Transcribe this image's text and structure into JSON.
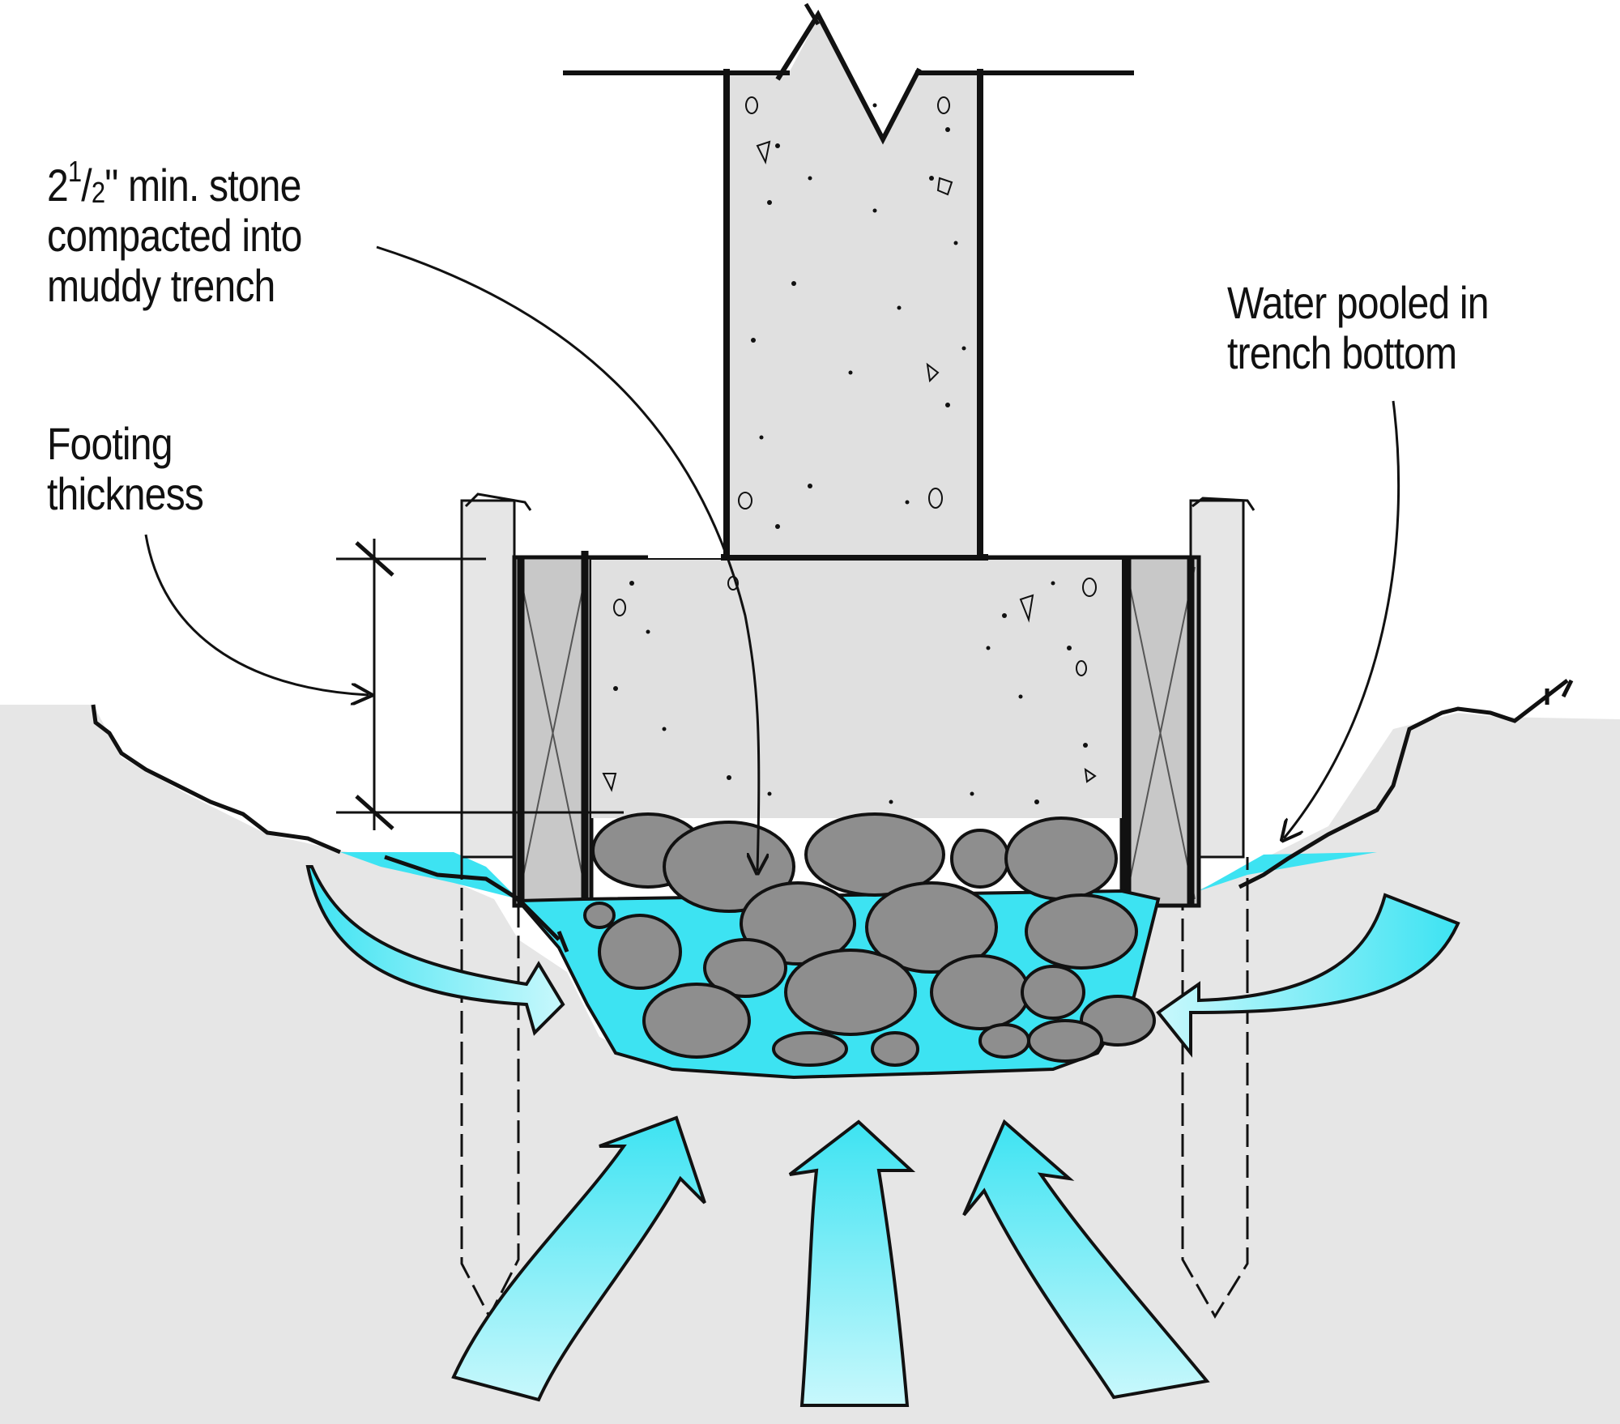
{
  "labels": {
    "stone": {
      "whole": "2",
      "numerator": "1",
      "slash": "/",
      "denominator": "2",
      "rest": "\" min. stone",
      "line2": "compacted into",
      "line3": "muddy trench"
    },
    "footing": {
      "line1": "Footing",
      "line2": "thickness"
    },
    "water": {
      "line1": "Water pooled in",
      "line2": "trench bottom"
    }
  },
  "colors": {
    "ground": "#e6e6e6",
    "concrete": "#e0e0e0",
    "form": "#c8c8c8",
    "water": "#3de3f2",
    "water_light": "#c8f8fc",
    "stone": "#8e8e8e",
    "ink": "#111111"
  },
  "icons": {
    "water_flow": "arrow-icon",
    "dimension_tick": "tick-icon"
  }
}
